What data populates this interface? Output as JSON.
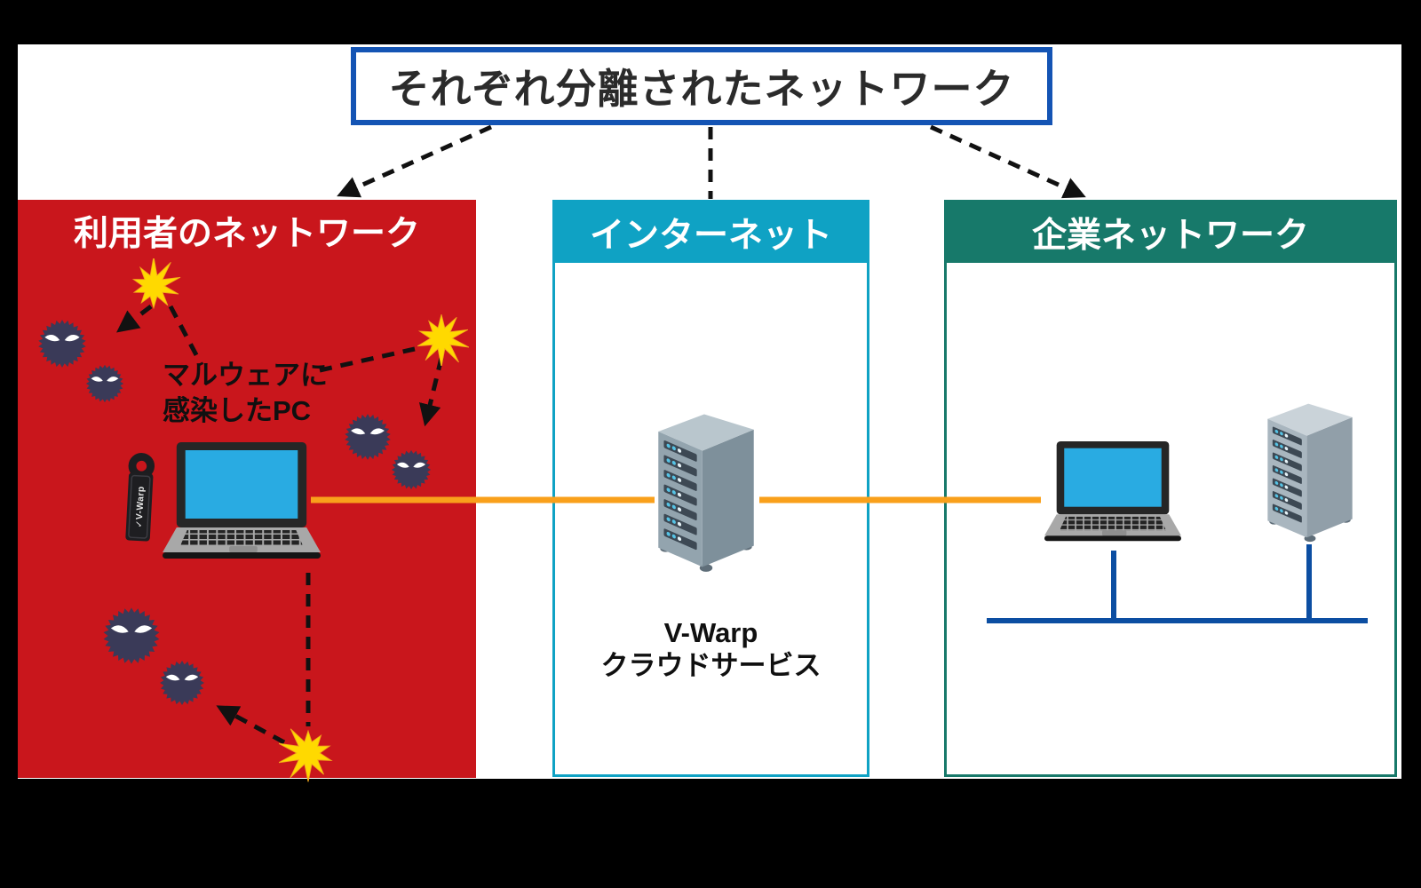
{
  "title": "それぞれ分離されたネットワーク",
  "panels": {
    "user_network": {
      "label": "利用者のネットワーク"
    },
    "internet": {
      "label": "インターネット"
    },
    "corporate_network": {
      "label": "企業ネットワーク"
    }
  },
  "labels": {
    "infected_pc_line1": "マルウェアに",
    "infected_pc_line2": "感染したPC",
    "cloud_service_line1": "V-Warp",
    "cloud_service_line2": "クラウドサービス",
    "usb_device": "✓V-Warp"
  },
  "icons": {
    "malware": "malware-virus-ball",
    "burst": "infection-burst-star",
    "laptop": "laptop-computer",
    "server": "server-tower",
    "usb": "usb-security-key"
  },
  "colors": {
    "red": "#C9161C",
    "cyan": "#0FA2C4",
    "teal": "#17796A",
    "title_border": "#1454B4",
    "orange": "#F9A01B",
    "network_blue": "#0C4EA2",
    "screen_blue": "#29ABE2",
    "malware_navy": "#3A3A58",
    "burst_yellow": "#FFD900",
    "dash_black": "#111111"
  }
}
